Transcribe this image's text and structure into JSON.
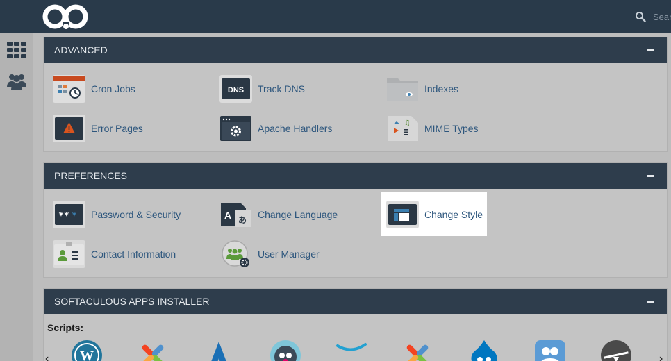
{
  "search": {
    "placeholder": "Search"
  },
  "panels": {
    "advanced": {
      "title": "ADVANCED",
      "items": [
        {
          "label": "Cron Jobs",
          "icon": "calendar-clock-icon"
        },
        {
          "label": "Track DNS",
          "icon": "dns-icon"
        },
        {
          "label": "Indexes",
          "icon": "folder-eye-icon"
        },
        {
          "label": "Error Pages",
          "icon": "warning-icon"
        },
        {
          "label": "Apache Handlers",
          "icon": "gear-window-icon"
        },
        {
          "label": "MIME Types",
          "icon": "media-file-icon"
        }
      ]
    },
    "preferences": {
      "title": "PREFERENCES",
      "items": [
        {
          "label": "Password & Security",
          "icon": "password-icon"
        },
        {
          "label": "Change Language",
          "icon": "language-icon"
        },
        {
          "label": "Change Style",
          "icon": "style-icon"
        },
        {
          "label": "Contact Information",
          "icon": "contact-card-icon"
        },
        {
          "label": "User Manager",
          "icon": "users-gear-icon"
        }
      ]
    },
    "softaculous": {
      "title": "SOFTACULOUS APPS INSTALLER",
      "scripts_label": "Scripts:"
    }
  },
  "colors": {
    "topbar": "#293a4a",
    "panel_header": "#2e3d4c",
    "link": "#2d567d",
    "highlight": "#ffffff"
  }
}
